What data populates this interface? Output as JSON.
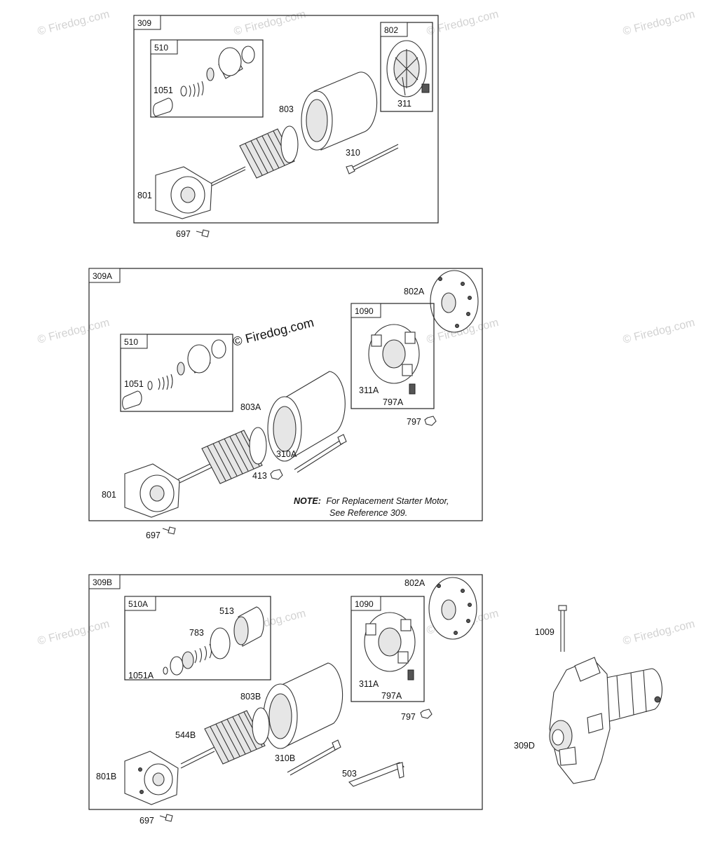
{
  "watermark": "© Firedog.com",
  "center_watermark": "© Firedog.com",
  "assemblies": [
    {
      "ref": "309",
      "subassemblies": [
        {
          "ref": "510"
        },
        {
          "ref": "802"
        }
      ],
      "callouts": [
        "1051",
        "803",
        "311",
        "310",
        "801",
        "697"
      ]
    },
    {
      "ref": "309A",
      "subassemblies": [
        {
          "ref": "510"
        },
        {
          "ref": "1090"
        }
      ],
      "callouts": [
        "802A",
        "1051",
        "311A",
        "797A",
        "803A",
        "797",
        "310A",
        "413",
        "801",
        "697"
      ],
      "note": {
        "label": "NOTE:",
        "line1": "For Replacement Starter Motor,",
        "line2": "See Reference 309."
      }
    },
    {
      "ref": "309B",
      "subassemblies": [
        {
          "ref": "510A"
        },
        {
          "ref": "1090"
        }
      ],
      "callouts": [
        "802A",
        "513",
        "783",
        "1051A",
        "311A",
        "797A",
        "803B",
        "797",
        "544B",
        "310B",
        "503",
        "801B",
        "697"
      ]
    }
  ],
  "standalone": {
    "callouts": [
      "1009",
      "309D"
    ]
  }
}
